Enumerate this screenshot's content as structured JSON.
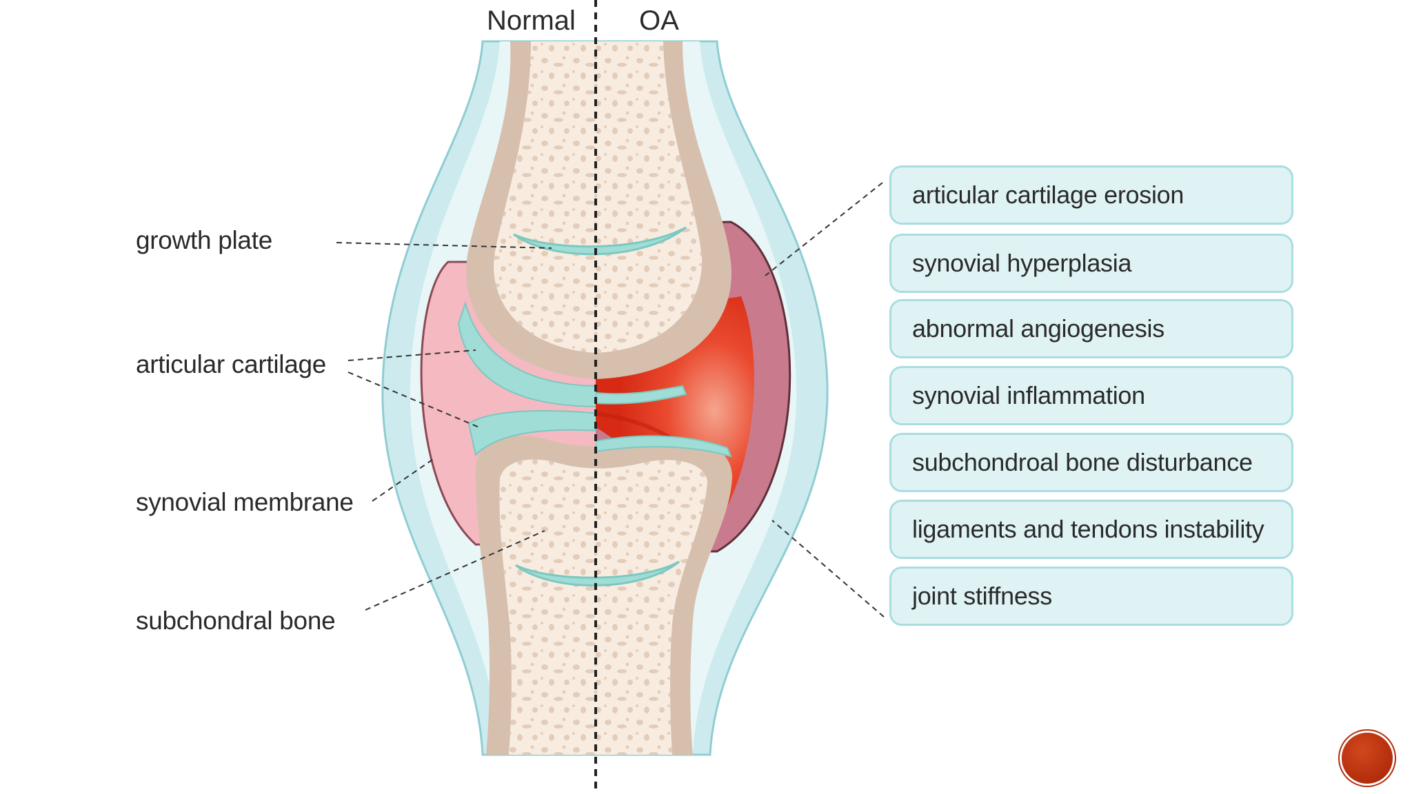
{
  "titles": {
    "normal": "Normal",
    "oa": "OA"
  },
  "left_labels": [
    "growth plate",
    "articular cartilage",
    "synovial membrane",
    "subchondral bone"
  ],
  "oa_features": [
    "articular cartilage erosion",
    "synovial hyperplasia",
    "abnormal angiogenesis",
    "synovial inflammation",
    "subchondroal bone disturbance",
    "ligaments and tendons instability",
    "joint stiffness"
  ],
  "colors": {
    "capsule": "#cdebee",
    "synovial_fluid": "#f4b9c1",
    "bone_cortex": "#d7bfae",
    "marrow": "#f8ece1",
    "cartilage": "#9fddd6",
    "inflamed": "#e94b33",
    "box_fill": "#dff3f5",
    "box_border": "#a9dde0",
    "nav_dot": "#b32d0c"
  }
}
